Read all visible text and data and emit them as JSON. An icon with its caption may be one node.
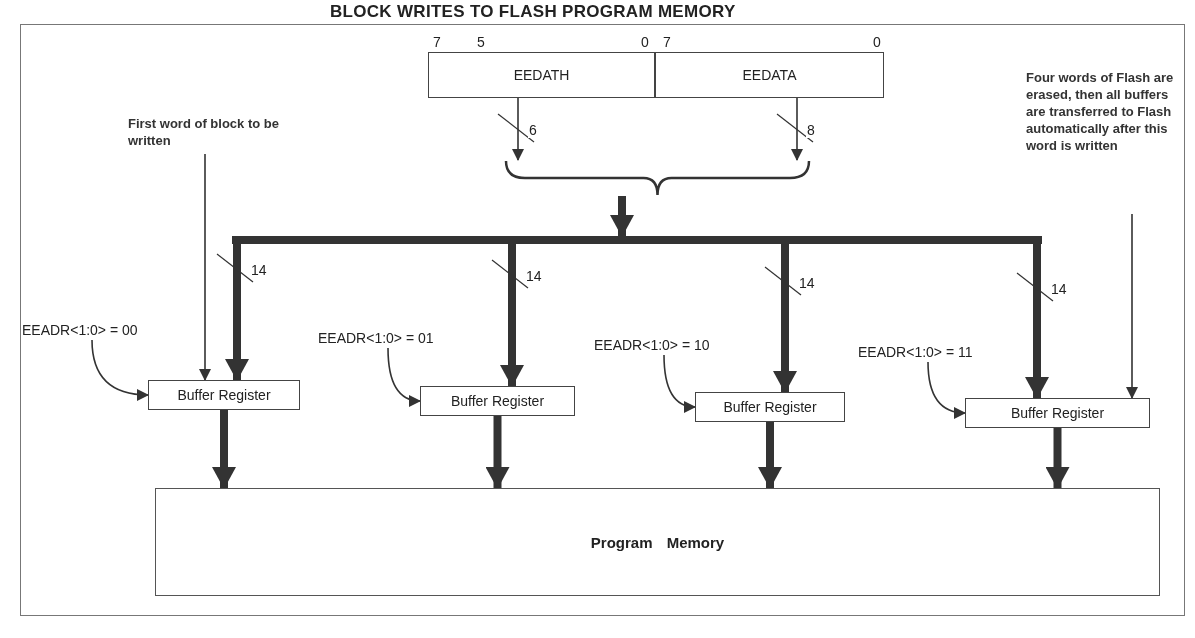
{
  "diagram": {
    "title": "BLOCK WRITES TO FLASH PROGRAM MEMORY",
    "nodes": [
      {
        "text": [
          "EEDATH"
        ],
        "beside": [
          "7",
          "5",
          "0"
        ]
      },
      {
        "text": [
          "EEDATA"
        ],
        "beside": [
          "7",
          "0"
        ]
      },
      {
        "text": [],
        "shape": "brace"
      },
      {
        "text": [],
        "shape": "bar"
      },
      {
        "text": [
          "First word of block to be written"
        ]
      },
      {
        "text": [
          "Four words of Flash are erased, then all buffers are transferred to Flash automatically after this word is written"
        ]
      },
      {
        "text": [
          "EEADR<1:0> = 00"
        ]
      },
      {
        "text": [
          "Buffer Register"
        ]
      },
      {
        "text": [
          "EEADR<1:0> = 01"
        ]
      },
      {
        "text": [
          "Buffer Register"
        ]
      },
      {
        "text": [
          "EEADR<1:0> = 10"
        ]
      },
      {
        "text": [
          "Buffer Register"
        ]
      },
      {
        "text": [
          "EEADR<1:0> = 11"
        ]
      },
      {
        "text": [
          "Buffer Register"
        ]
      },
      {
        "text": [
          "Program Memory"
        ]
      }
    ],
    "edges": [
      {
        "from": 0,
        "to": 2,
        "arrow": "to",
        "label": "6"
      },
      {
        "from": 1,
        "to": 2,
        "arrow": "to",
        "label": "8"
      },
      {
        "from": 2,
        "to": 3,
        "arrow": "to"
      },
      {
        "from": 3,
        "to": 7,
        "arrow": "to",
        "label": "14"
      },
      {
        "from": 3,
        "to": 9,
        "arrow": "to",
        "label": "14"
      },
      {
        "from": 3,
        "to": 11,
        "arrow": "to",
        "label": "14"
      },
      {
        "from": 3,
        "to": 13,
        "arrow": "to",
        "label": "14"
      },
      {
        "from": 7,
        "to": 14,
        "arrow": "to"
      },
      {
        "from": 9,
        "to": 14,
        "arrow": "to"
      },
      {
        "from": 11,
        "to": 14,
        "arrow": "to"
      },
      {
        "from": 13,
        "to": 14,
        "arrow": "to"
      },
      {
        "from": 4,
        "to": 7,
        "arrow": "to"
      },
      {
        "from": 5,
        "to": 13,
        "arrow": "to"
      },
      {
        "from": 6,
        "to": 7,
        "arrow": "to"
      },
      {
        "from": 8,
        "to": 9,
        "arrow": "to"
      },
      {
        "from": 10,
        "to": 11,
        "arrow": "to"
      },
      {
        "from": 12,
        "to": 13,
        "arrow": "to"
      }
    ]
  }
}
